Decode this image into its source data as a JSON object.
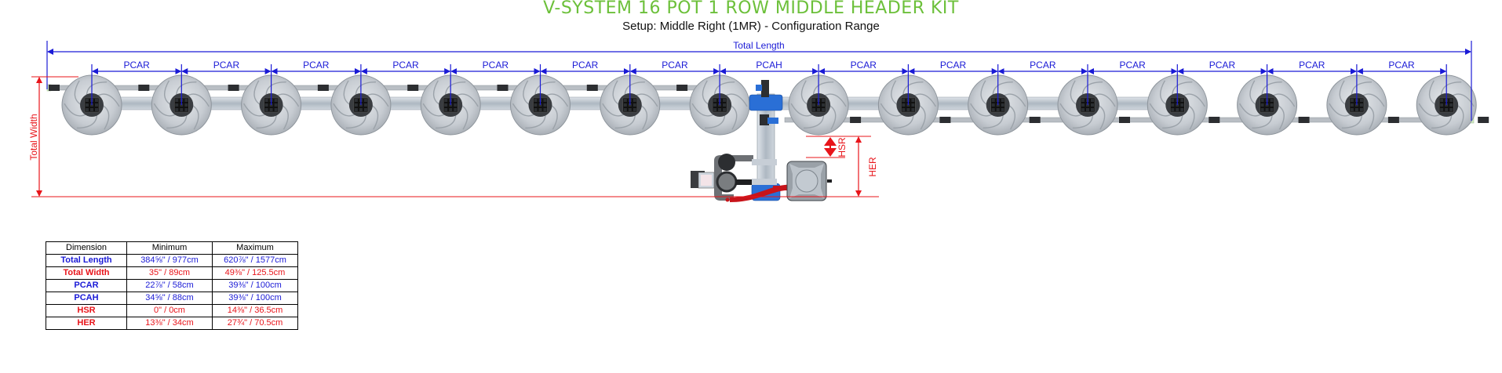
{
  "header": {
    "title": "V-SYSTEM 16 POT 1 ROW MIDDLE HEADER KIT",
    "subtitle": "Setup: Middle Right (1MR) - Configuration Range"
  },
  "colors": {
    "title_green": "#6cc03a",
    "dimension_blue": "#1a1ad6",
    "dimension_red": "#e8141a",
    "pot_grey": "#c5c9ce",
    "pipe_blue": "#2a6fd6",
    "hose_red": "#c8141a"
  },
  "diagram": {
    "total_length_label": "Total Length",
    "total_width_label": "Total Width",
    "hsr_label": "HSR",
    "her_label": "HER",
    "pot_count": 16,
    "spacing_labels": [
      "PCAR",
      "PCAR",
      "PCAR",
      "PCAR",
      "PCAR",
      "PCAR",
      "PCAR",
      "PCAH",
      "PCAR",
      "PCAR",
      "PCAR",
      "PCAR",
      "PCAR",
      "PCAR",
      "PCAR"
    ],
    "components": {
      "pot_icon": "pot-icon",
      "tank_icon": "reservoir-tank-icon",
      "pump_icon": "pump-icon",
      "header_icon": "middle-header-icon"
    }
  },
  "table": {
    "headers": [
      "Dimension",
      "Minimum",
      "Maximum"
    ],
    "rows": [
      {
        "name": "Total Length",
        "min": "384⅝\" / 977cm",
        "max": "620⅞\" / 1577cm",
        "color": "blue"
      },
      {
        "name": "Total Width",
        "min": "35\" / 89cm",
        "max": "49⅜\" / 125.5cm",
        "color": "red"
      },
      {
        "name": "PCAR",
        "min": "22⅞\" / 58cm",
        "max": "39⅜\" / 100cm",
        "color": "blue"
      },
      {
        "name": "PCAH",
        "min": "34⅝\" / 88cm",
        "max": "39⅜\" / 100cm",
        "color": "blue"
      },
      {
        "name": "HSR",
        "min": "0\" / 0cm",
        "max": "14⅜\" / 36.5cm",
        "color": "red"
      },
      {
        "name": "HER",
        "min": "13⅜\" / 34cm",
        "max": "27¾\" / 70.5cm",
        "color": "red"
      }
    ]
  }
}
